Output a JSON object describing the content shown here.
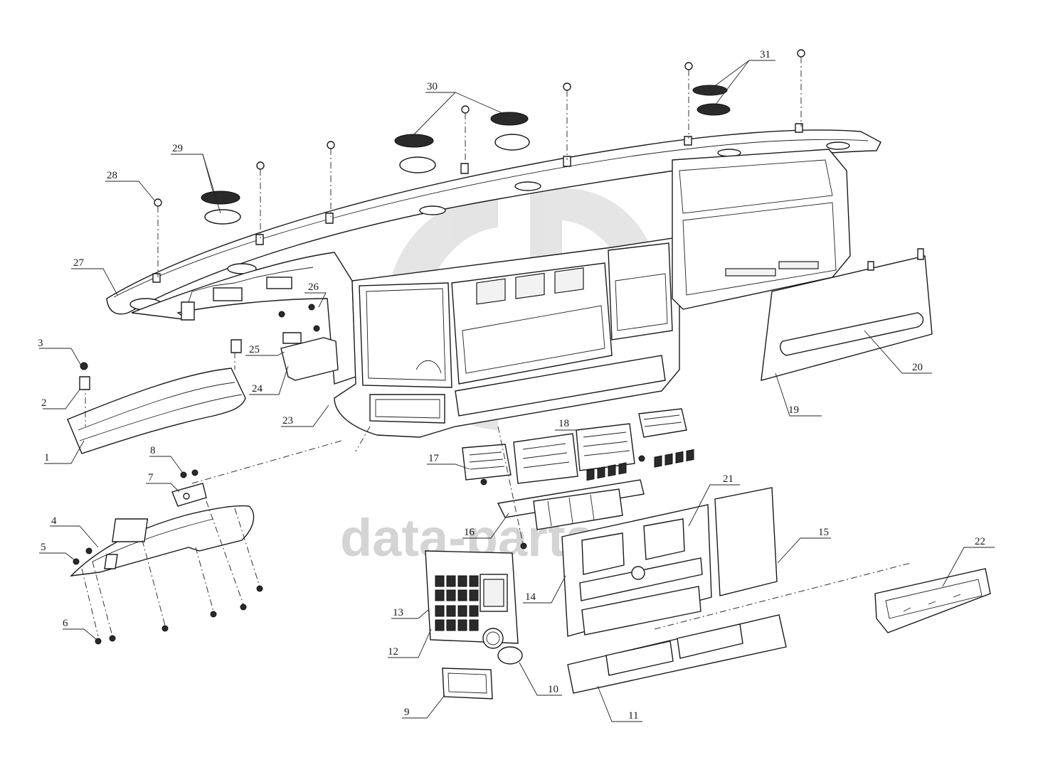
{
  "watermark": {
    "text": "data-parts",
    "color": "#d4d4d4"
  },
  "callouts": [
    {
      "id": "1",
      "label": "1"
    },
    {
      "id": "2",
      "label": "2"
    },
    {
      "id": "3",
      "label": "3"
    },
    {
      "id": "4",
      "label": "4"
    },
    {
      "id": "5",
      "label": "5"
    },
    {
      "id": "6",
      "label": "6"
    },
    {
      "id": "7",
      "label": "7"
    },
    {
      "id": "8",
      "label": "8"
    },
    {
      "id": "9",
      "label": "9"
    },
    {
      "id": "10",
      "label": "10"
    },
    {
      "id": "11",
      "label": "11"
    },
    {
      "id": "12",
      "label": "12"
    },
    {
      "id": "13",
      "label": "13"
    },
    {
      "id": "14",
      "label": "14"
    },
    {
      "id": "15",
      "label": "15"
    },
    {
      "id": "16",
      "label": "16"
    },
    {
      "id": "17",
      "label": "17"
    },
    {
      "id": "18",
      "label": "18"
    },
    {
      "id": "19",
      "label": "19"
    },
    {
      "id": "20",
      "label": "20"
    },
    {
      "id": "21",
      "label": "21"
    },
    {
      "id": "22",
      "label": "22"
    },
    {
      "id": "23",
      "label": "23"
    },
    {
      "id": "24",
      "label": "24"
    },
    {
      "id": "25",
      "label": "25"
    },
    {
      "id": "26",
      "label": "26"
    },
    {
      "id": "27",
      "label": "27"
    },
    {
      "id": "28",
      "label": "28"
    },
    {
      "id": "29",
      "label": "29"
    },
    {
      "id": "30",
      "label": "30"
    },
    {
      "id": "31",
      "label": "31"
    }
  ]
}
